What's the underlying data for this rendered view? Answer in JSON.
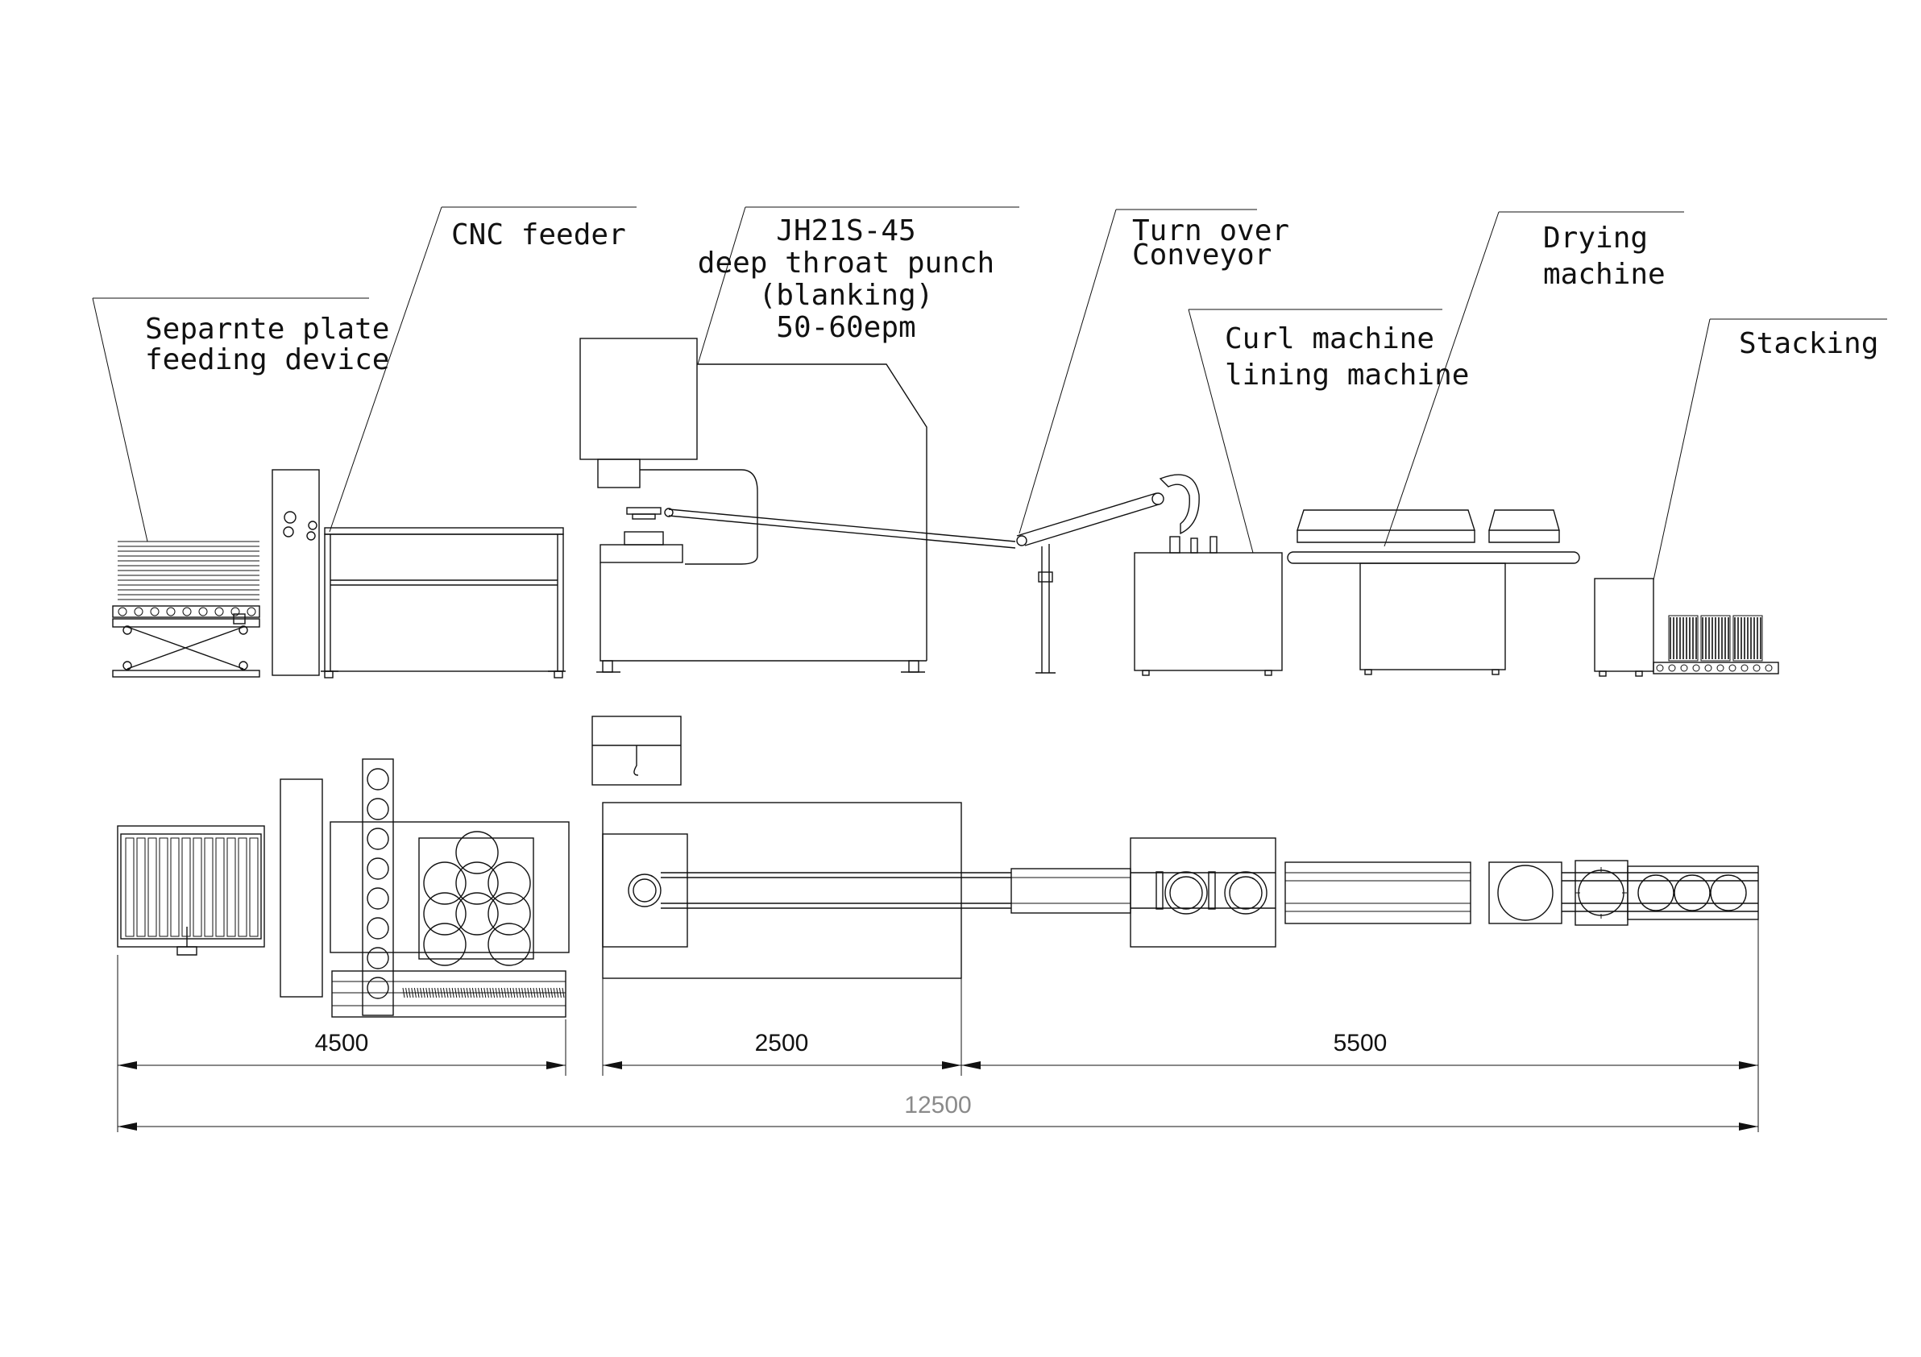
{
  "labels": {
    "separate_plate": [
      "Separnte plate",
      "feeding device"
    ],
    "cnc_feeder": "CNC feeder",
    "punch": [
      "JH21S-45",
      "deep throat punch",
      "(blanking)",
      "50-60epm"
    ],
    "turn_over": [
      "Turn over",
      "Conveyor"
    ],
    "curl": [
      "Curl machine",
      "lining machine"
    ],
    "drying": [
      "Drying",
      "machine"
    ],
    "stacking": "Stacking"
  },
  "dimensions": {
    "seg1": "4500",
    "seg2": "2500",
    "seg3": "5500",
    "total": "12500"
  },
  "colors": {
    "line": "#111111",
    "total_dimension": "#8a8a8a",
    "background": "#ffffff"
  }
}
